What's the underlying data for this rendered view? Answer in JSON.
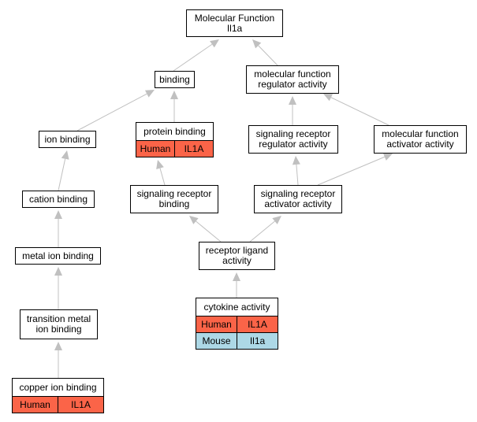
{
  "colors": {
    "human": "#fb6448",
    "mouse": "#add8e6",
    "edge": "#c0c0c0"
  },
  "nodes": {
    "root": {
      "label": "Molecular Function\nIl1a"
    },
    "binding": {
      "label": "binding"
    },
    "mfr": {
      "label": "molecular function\nregulator activity"
    },
    "ion_binding": {
      "label": "ion binding"
    },
    "protein_binding": {
      "label": "protein binding",
      "rows": [
        {
          "species": "Human",
          "gene": "IL1A"
        }
      ]
    },
    "srra": {
      "label": "signaling receptor\nregulator activity"
    },
    "mfaa": {
      "label": "molecular function\nactivator activity"
    },
    "cation_binding": {
      "label": "cation binding"
    },
    "srb": {
      "label": "signaling receptor\nbinding"
    },
    "sraa": {
      "label": "signaling receptor\nactivator activity"
    },
    "metal_ion": {
      "label": "metal ion binding"
    },
    "rla": {
      "label": "receptor ligand\nactivity"
    },
    "tmib": {
      "label": "transition metal\nion binding"
    },
    "cytokine": {
      "label": "cytokine activity",
      "rows": [
        {
          "species": "Human",
          "gene": "IL1A"
        },
        {
          "species": "Mouse",
          "gene": "Il1a"
        }
      ]
    },
    "copper": {
      "label": "copper ion binding",
      "rows": [
        {
          "species": "Human",
          "gene": "IL1A"
        }
      ]
    }
  }
}
